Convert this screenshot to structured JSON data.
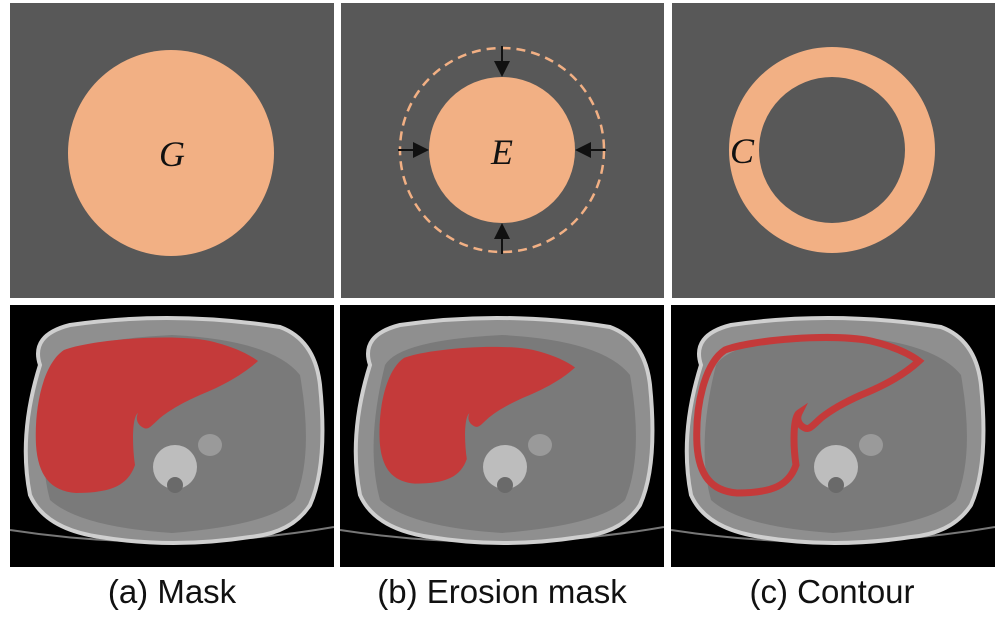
{
  "colors": {
    "panel_bg": "#585858",
    "mask_fill": "#f2b084",
    "ct_mask": "#c43a3a"
  },
  "top_row": {
    "mask_symbol": "G",
    "erosion_symbol": "E",
    "contour_symbol": "C"
  },
  "captions": {
    "a": "(a) Mask",
    "b": "(b) Erosion mask",
    "c": "(c) Contour"
  }
}
